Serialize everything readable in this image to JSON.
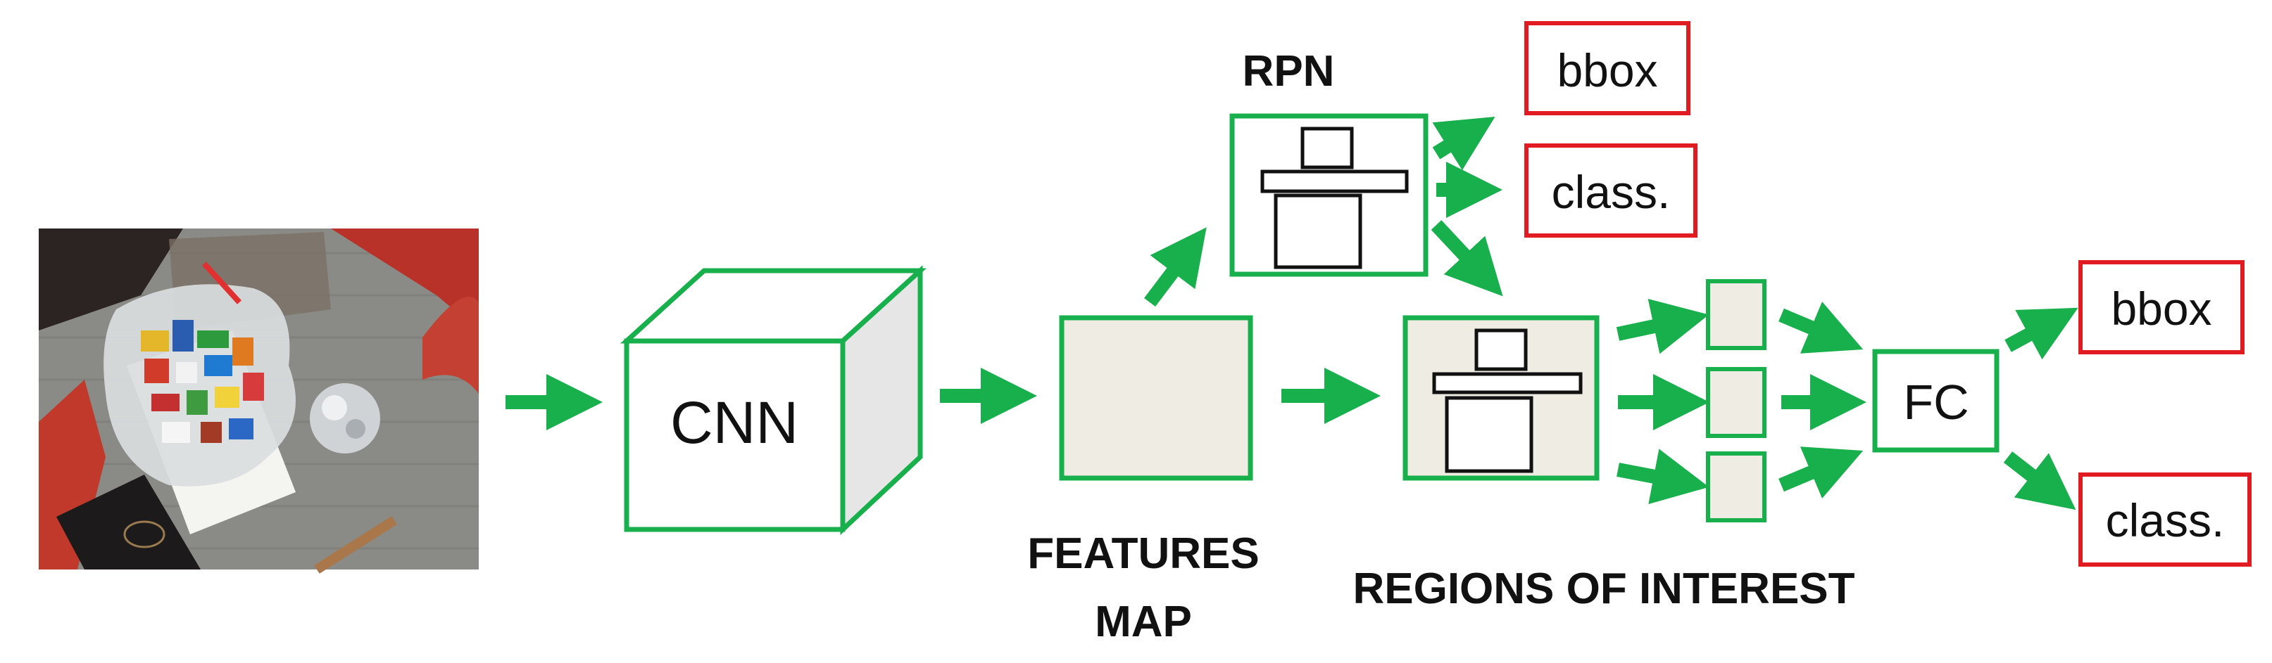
{
  "colors": {
    "green": "#18b04c",
    "red": "#e11b22",
    "fill_beige": "#efece4",
    "cube_side": "#e6e6e6",
    "black": "#111111"
  },
  "labels": {
    "cnn": "CNN",
    "rpn": "RPN",
    "features_line1": "FEATURES",
    "features_line2": "MAP",
    "roi": "REGIONS OF INTEREST",
    "fc": "FC",
    "rpn_bbox": "bbox",
    "rpn_class": "class.",
    "out_bbox": "bbox",
    "out_class": "class."
  },
  "input_image": {
    "kind": "photo-of-bag-with-lego-pieces"
  }
}
